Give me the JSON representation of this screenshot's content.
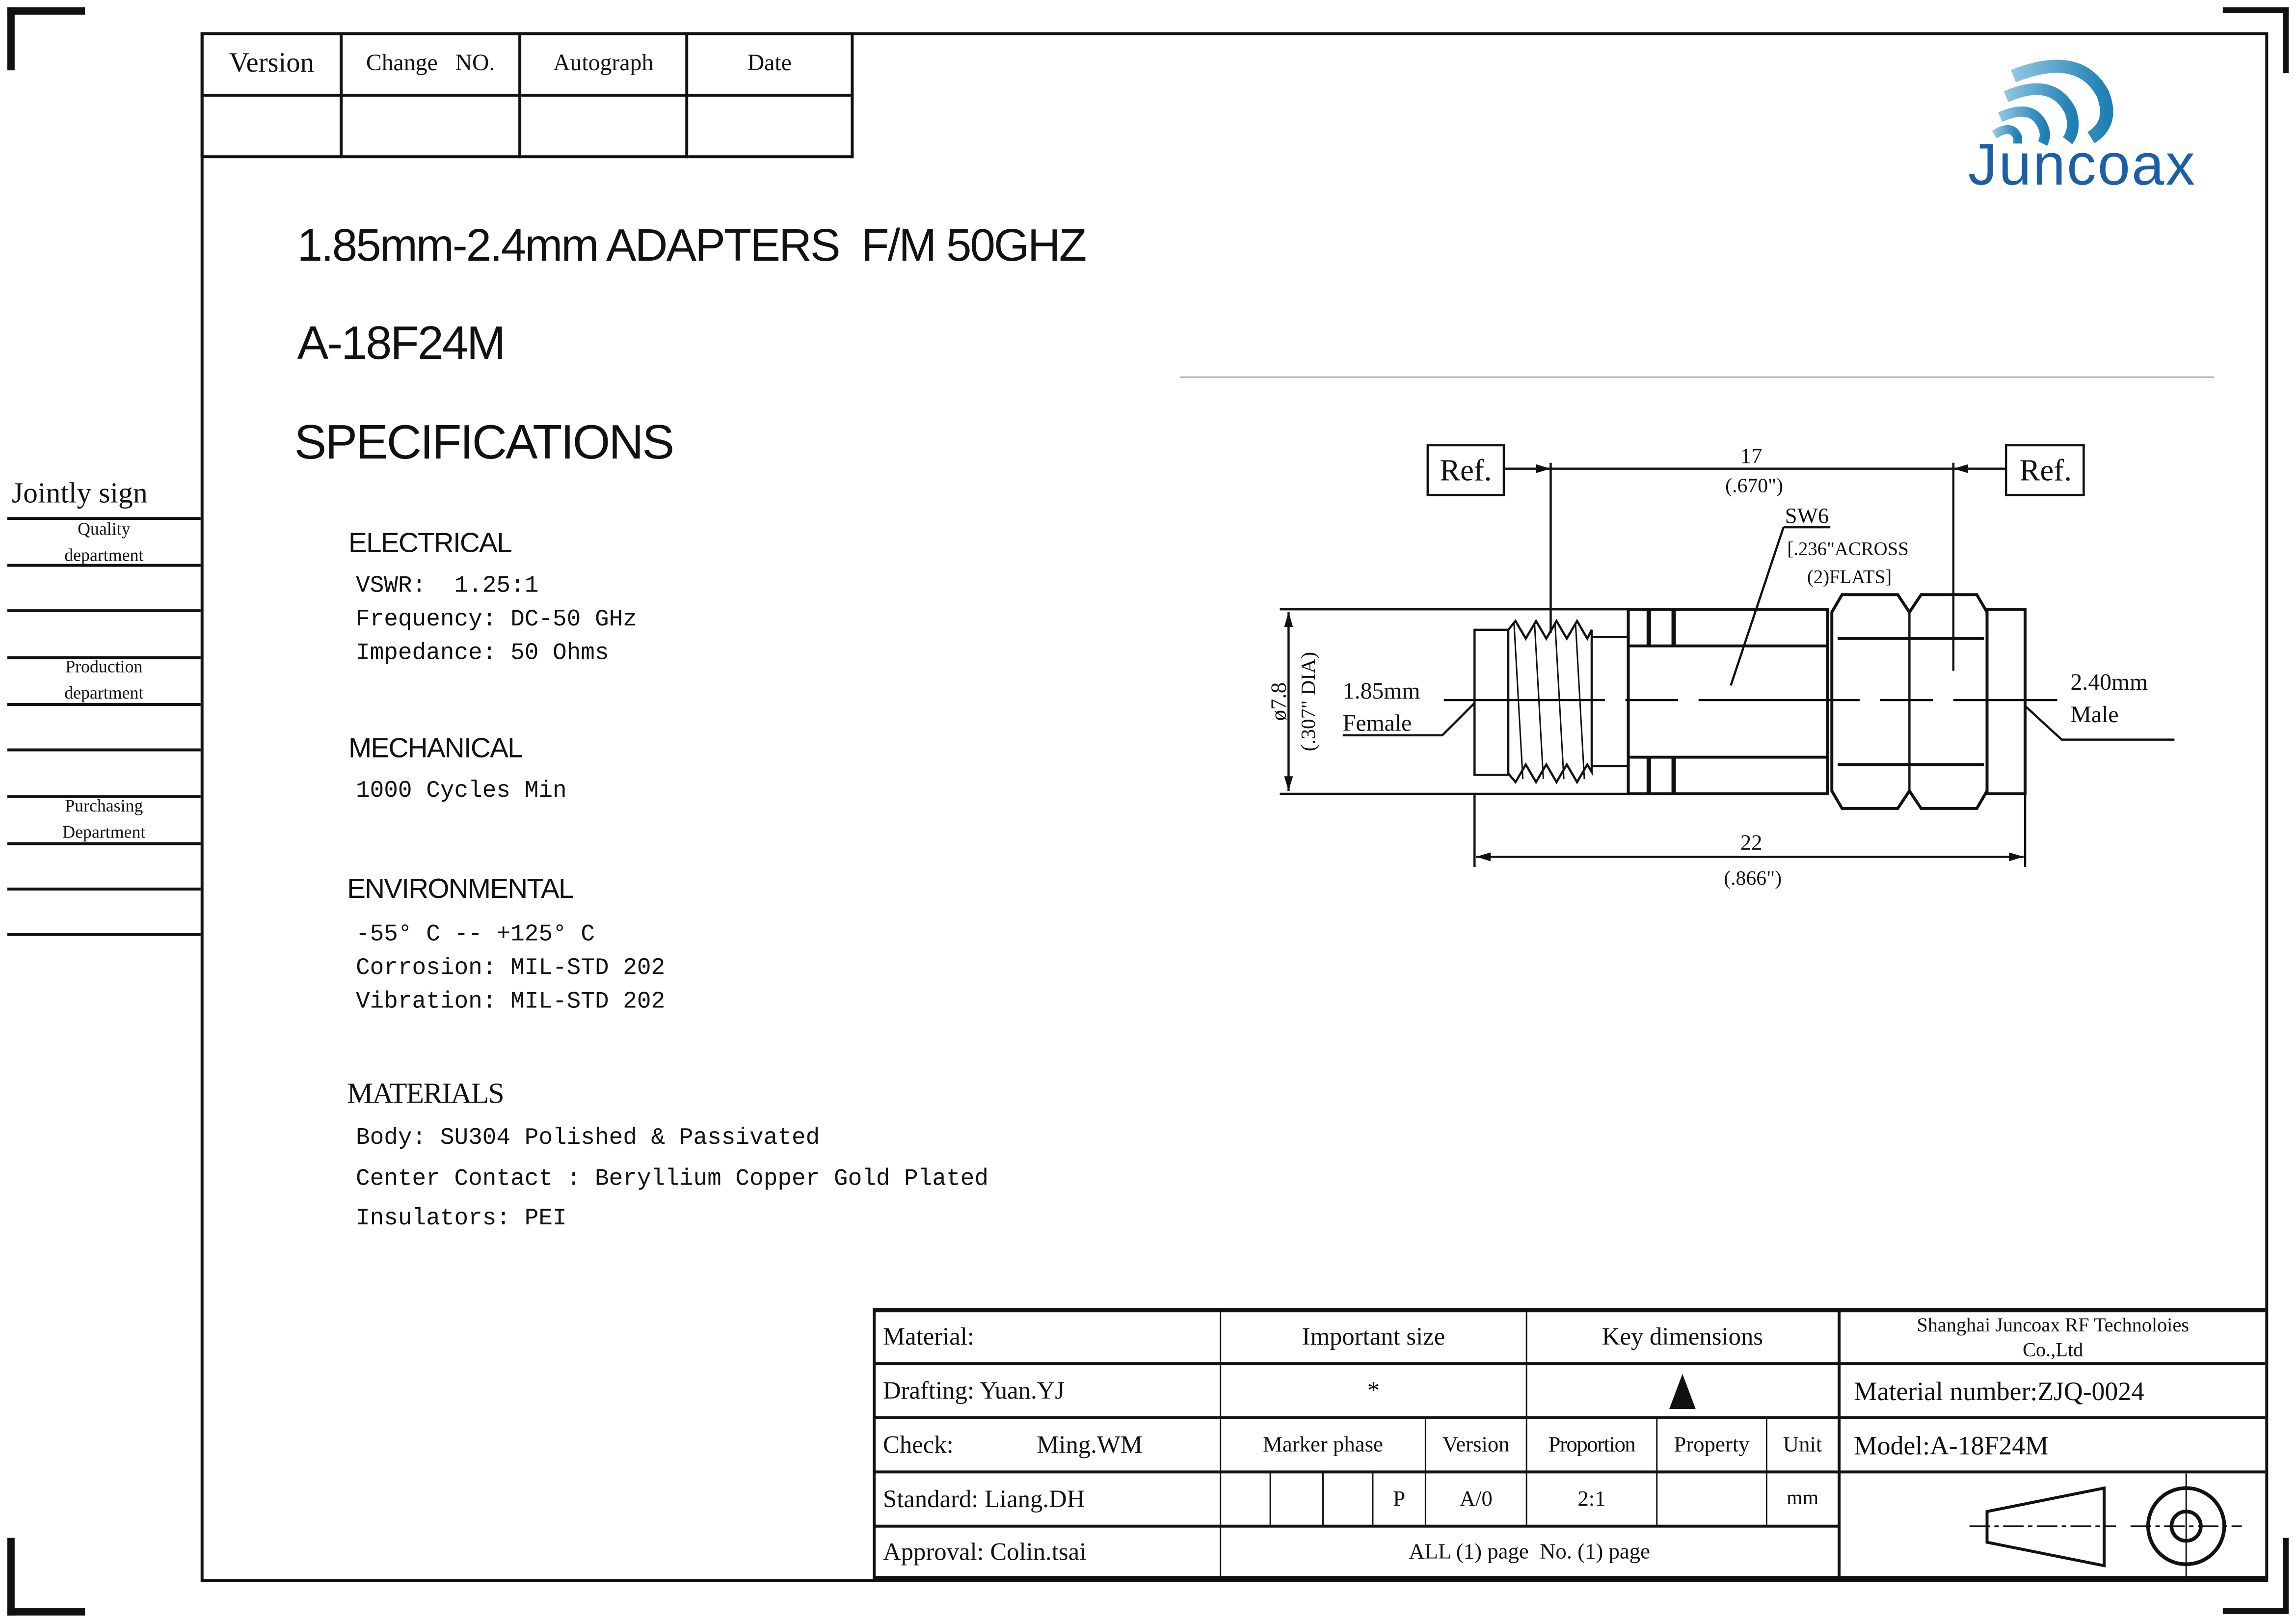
{
  "revision_table": {
    "headers": [
      "Version",
      "Change   NO.",
      "Autograph",
      "Date"
    ]
  },
  "logo": {
    "text": "Juncoax",
    "color": "#1a5fa8"
  },
  "title": {
    "line1": "1.85mm-2.4mm ADAPTERS  F/M 50GHZ",
    "model": "A-18F24M",
    "specs_heading": "SPECIFICATIONS"
  },
  "sidebar": {
    "title": "Jointly sign",
    "departments": [
      {
        "line1": "Quality",
        "line2": "department"
      },
      {
        "line1": "Production",
        "line2": "department"
      },
      {
        "line1": "Purchasing",
        "line2": "Department"
      }
    ]
  },
  "specs": {
    "electrical": {
      "heading": "ELECTRICAL",
      "items": [
        "VSWR:  1.25:1",
        "Frequency: DC-50 GHz",
        "Impedance: 50 Ohms"
      ]
    },
    "mechanical": {
      "heading": "MECHANICAL",
      "items": [
        "1000 Cycles Min"
      ]
    },
    "environmental": {
      "heading": "ENVIRONMENTAL",
      "items": [
        "-55° C -- +125° C",
        "Corrosion: MIL-STD 202",
        "Vibration: MIL-STD 202"
      ]
    },
    "materials": {
      "heading": "MATERIALS",
      "items": [
        "Body: SU304 Polished & Passivated",
        "Center Contact : Beryllium Copper Gold Plated",
        "Insulators: PEI"
      ]
    }
  },
  "drawing": {
    "ref_left": "Ref.",
    "ref_right": "Ref.",
    "dim_top": "17",
    "dim_top_in": "(.670\")",
    "hex_label": "SW6",
    "hex_note1": "[.236\"ACROSS",
    "hex_note2": "(2)FLATS]",
    "dia": "ø7.8",
    "dia_in": "(.307\" DIA)",
    "left_label1": "1.85mm",
    "left_label2": "Female",
    "right_label1": "2.40mm",
    "right_label2": "Male",
    "dim_bottom": "22",
    "dim_bottom_in": "(.866\")"
  },
  "title_block": {
    "material": "Material:",
    "drafting": "Drafting: Yuan.YJ",
    "check_label": "Check:",
    "check_name": "Ming.WM",
    "standard": "Standard: Liang.DH",
    "approval": "Approval: Colin.tsai",
    "important_size": "Important size",
    "important_symbol": "*",
    "key_dimensions": "Key dimensions",
    "company1": "Shanghai Juncoax RF Technoloies",
    "company2": "Co.,Ltd",
    "material_number": "Material number:ZJQ-0024",
    "model": "Model:A-18F24M",
    "marker_phase": "Marker phase",
    "version": "Version",
    "proportion": "Proportion",
    "property": "Property",
    "unit": "Unit",
    "phase_value": "P",
    "version_value": "A/0",
    "proportion_value": "2:1",
    "property_value": "",
    "unit_value": "mm",
    "pages": "ALL (1) page  No. (1) page"
  }
}
